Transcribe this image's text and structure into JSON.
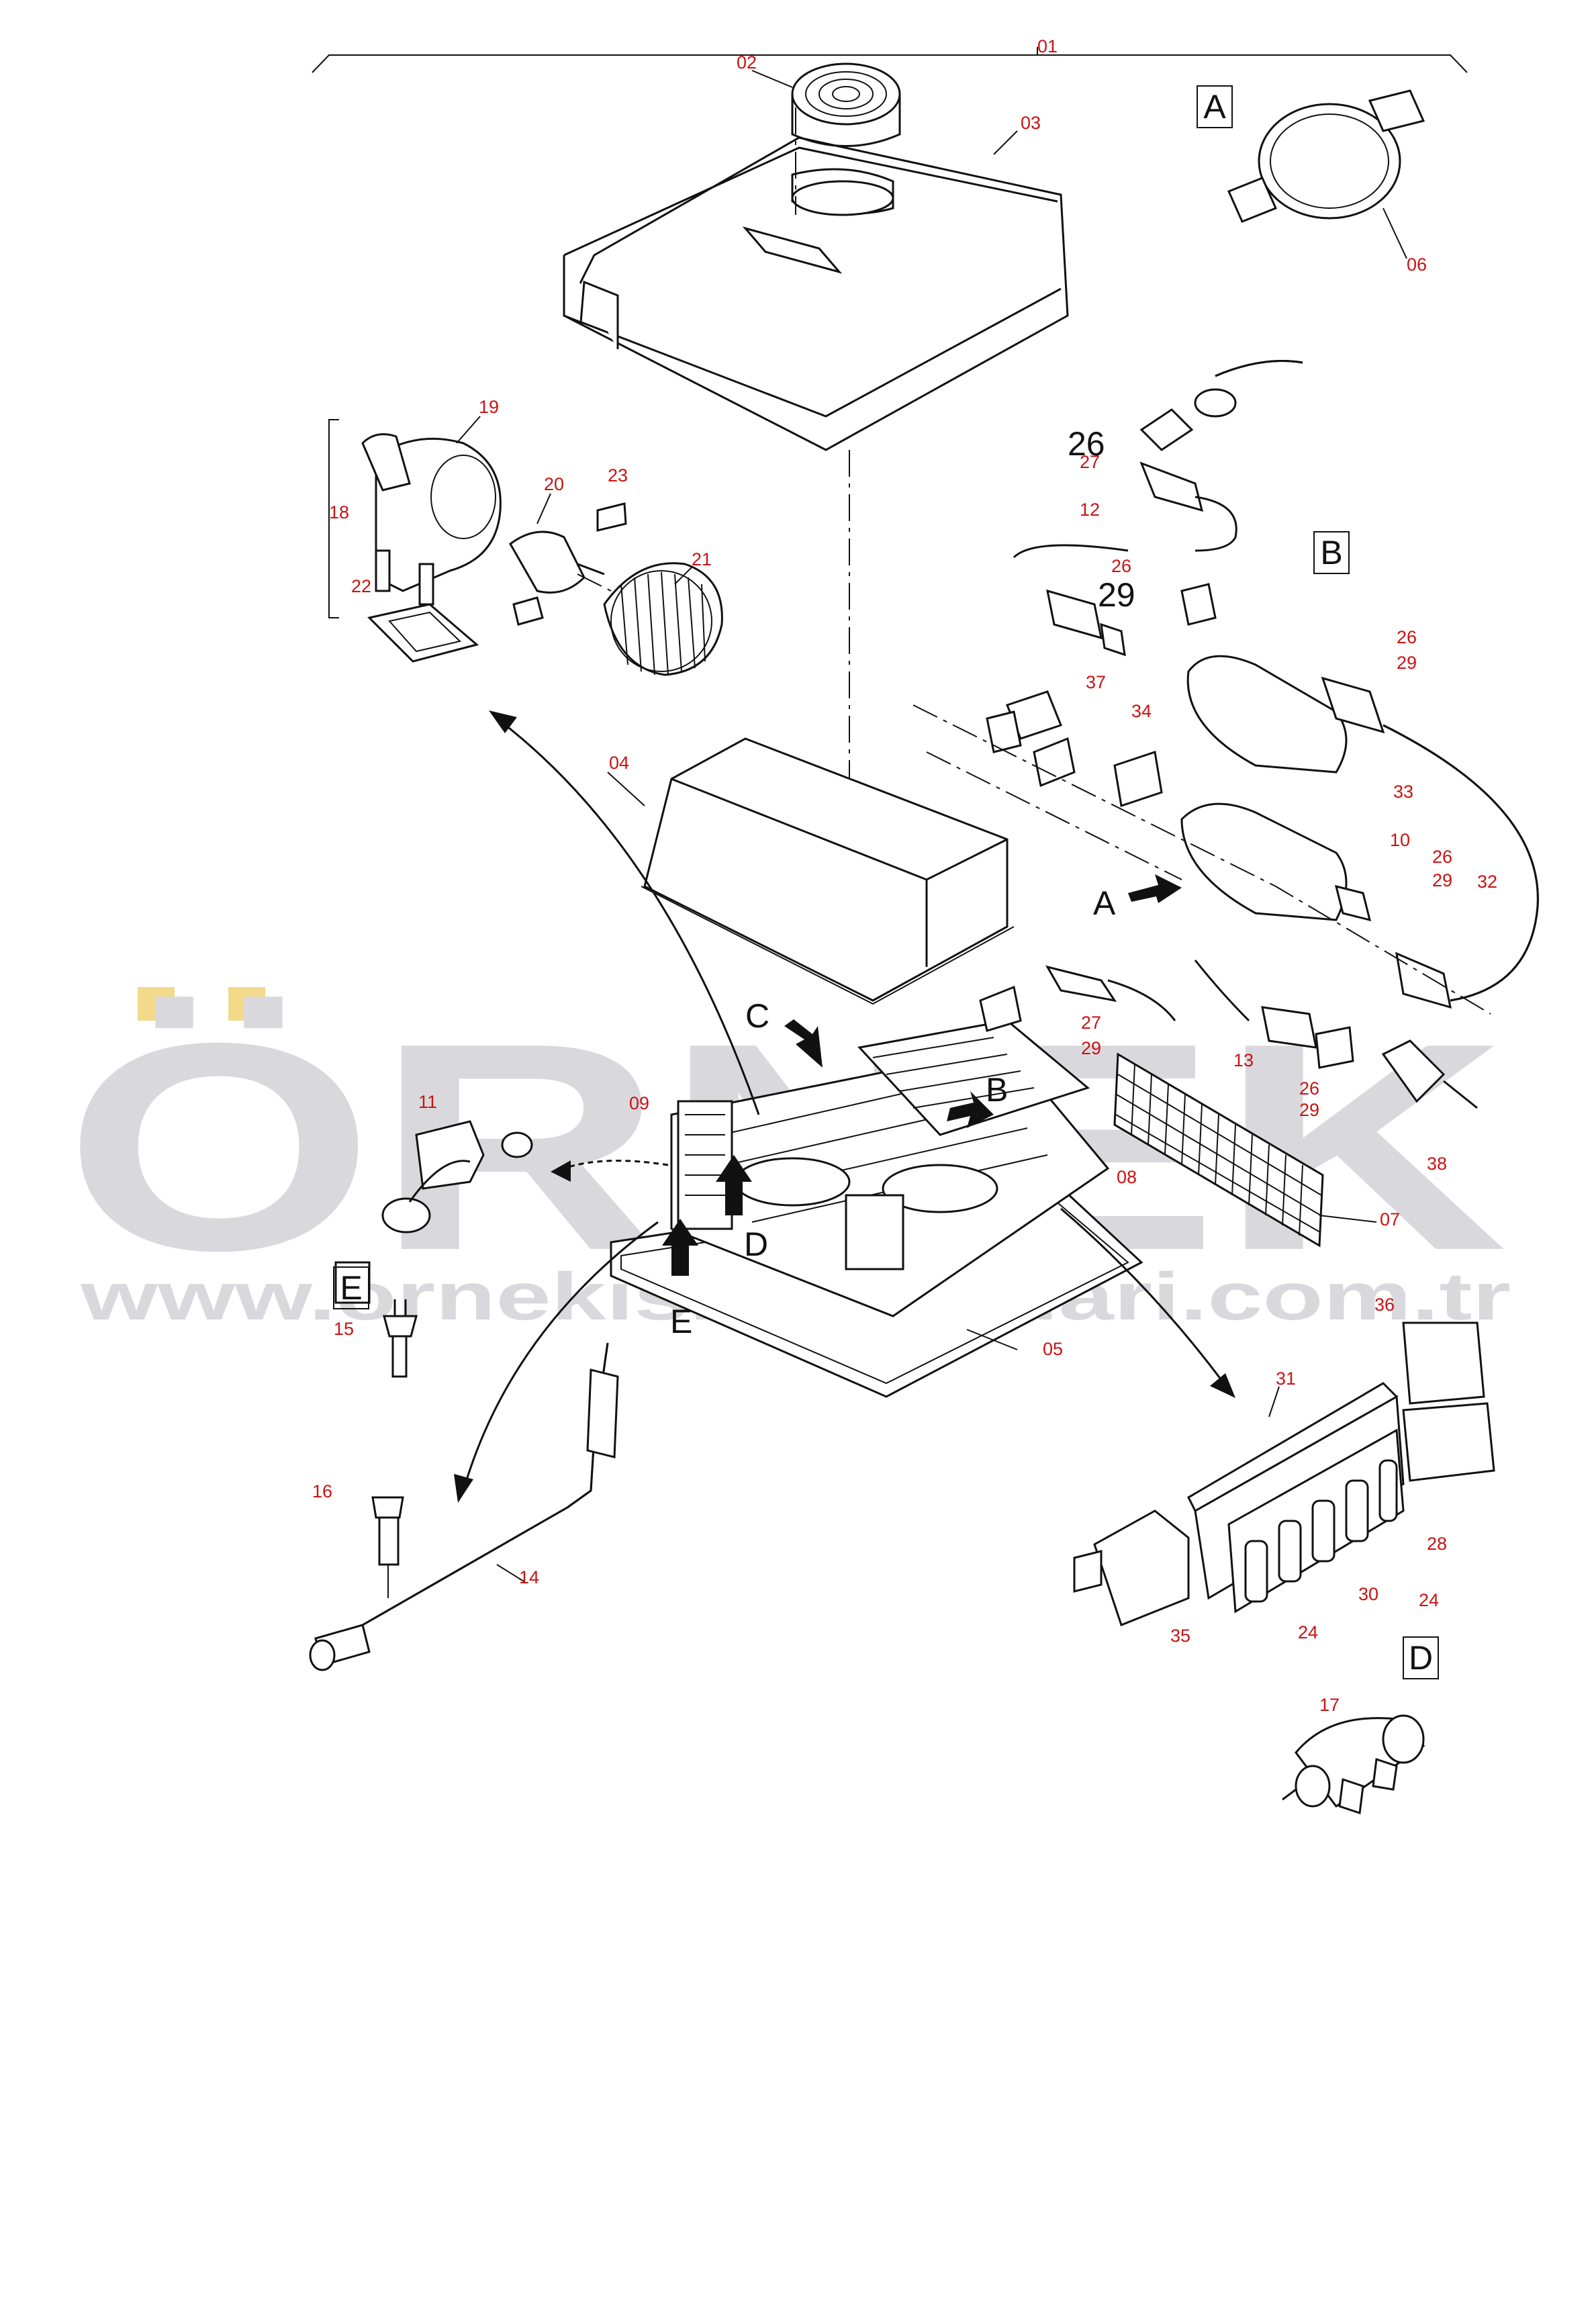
{
  "watermark": {
    "brand": "ÖRNEK",
    "url": "www.ornekismakinalari.com.tr"
  },
  "view_labels": [
    "A",
    "B",
    "C",
    "D",
    "E"
  ],
  "part_labels": {
    "p01": "01",
    "p02": "02",
    "p03": "03",
    "p04": "04",
    "p05": "05",
    "p06": "06",
    "p07": "07",
    "p08": "08",
    "p09": "09",
    "p10": "10",
    "p11": "11",
    "p12": "12",
    "p13": "13",
    "p14": "14",
    "p15": "15",
    "p16": "16",
    "p17": "17",
    "p18": "18",
    "p19": "19",
    "p20": "20",
    "p21": "21",
    "p22": "22",
    "p23": "23",
    "p24": "24",
    "p26": "26",
    "p27": "27",
    "p28": "28",
    "p29": "29",
    "p30": "30",
    "p31": "31",
    "p32": "32",
    "p33": "33",
    "p34": "34",
    "p35": "35",
    "p36": "36",
    "p37": "37",
    "p38": "38"
  },
  "colors": {
    "label": "#cc1111",
    "line": "#111111",
    "watermark_text": "#d9d9dd",
    "watermark_accent": "#f3d98a"
  }
}
